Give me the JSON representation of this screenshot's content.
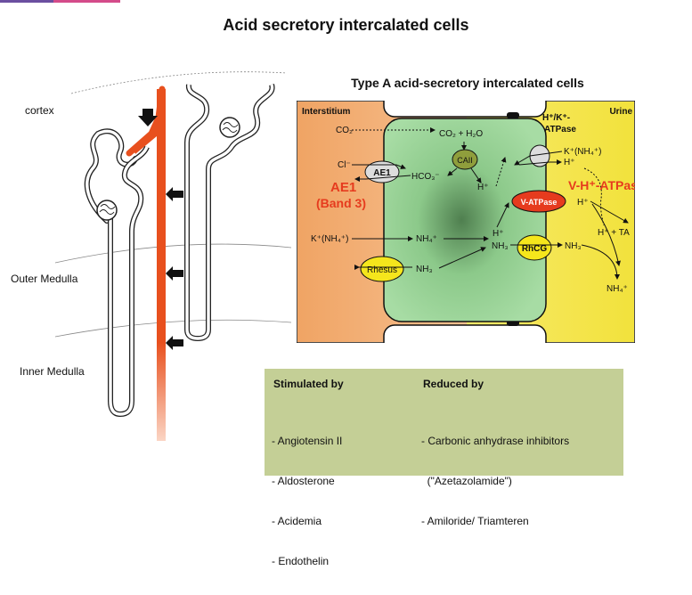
{
  "title": "Acid secretory intercalated cells",
  "cell_title": "Type A acid-secretory intercalated cells",
  "regions": {
    "cortex": "cortex",
    "outer_medulla": "Outer Medulla",
    "inner_medulla": "Inner Medulla"
  },
  "cell": {
    "interstitium": "Interstitium",
    "urine": "Urine",
    "hk_atpase_line1": "H⁺/K⁺-",
    "hk_atpase_line2": "ATPase",
    "co2_in": "CO₂",
    "co2_h2o": "CO₂ + H₂O",
    "caii": "CAII",
    "ae1_transporter": "AE1",
    "cl": "Cl⁻",
    "hco3": "HCO₃⁻",
    "h_cyto": "H⁺",
    "ae1_big_line1": "AE1",
    "ae1_big_line2": "(Band 3)",
    "k_nh4_urine": "K⁺(NH₄⁺)",
    "h_urine_top": "H⁺",
    "v_atpase_transporter": "V-ATPase",
    "v_atpase_big": "V-H⁺-ATPase",
    "h_after_vatpase": "H⁺",
    "h_ta": "H⁺ + TA",
    "k_nh4_inter": "K⁺(NH₄⁺)",
    "nh4_cyto": "NH₄⁺",
    "h_nh3_h": "H⁺",
    "h_nh3_nh3": "NH₃",
    "rhcg": "RhCG",
    "nh3_urine": "NH₃",
    "nh4_urine": "NH₄⁺",
    "rhesus": "Rhesus",
    "nh3_baso": "NH₃"
  },
  "regulation": {
    "stimulated_title": "Stimulated by",
    "reduced_title": "Reduced by",
    "stimulated": [
      "- Angiotensin II",
      "- Aldosterone",
      "- Acidemia",
      "- Endothelin"
    ],
    "reduced": [
      "- Carbonic anhydrase inhibitors",
      "  (\"Azetazolamide\")",
      "- Amiloride/ Triamteren"
    ]
  },
  "colors": {
    "nephron_orange": "#e8501e",
    "interstitium": "#f2a468",
    "cytoplasm": "#8fd08f",
    "urine": "#f5e84a",
    "caii": "#8f9e3c",
    "red_text": "#e63b1e",
    "regulation_box": "#c4cf96"
  }
}
